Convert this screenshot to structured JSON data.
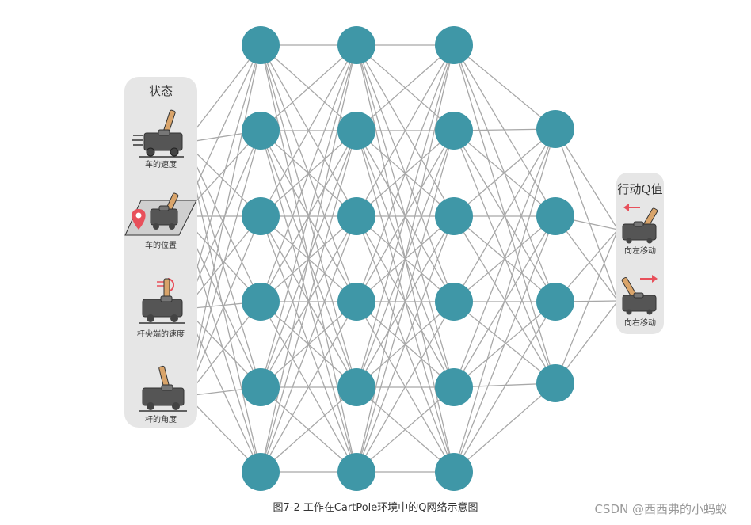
{
  "input_panel": {
    "title": "状态",
    "items": [
      {
        "label": "车的速度",
        "icon": "cart-speed-icon"
      },
      {
        "label": "车的位置",
        "icon": "cart-position-icon"
      },
      {
        "label": "杆尖端的速度",
        "icon": "pole-tip-speed-icon"
      },
      {
        "label": "杆的角度",
        "icon": "pole-angle-icon"
      }
    ]
  },
  "output_panel": {
    "title": "行动Q值",
    "items": [
      {
        "label": "向左移动",
        "icon": "move-left-icon"
      },
      {
        "label": "向右移动",
        "icon": "move-right-icon"
      }
    ]
  },
  "network": {
    "layers": [
      6,
      6,
      6,
      4
    ],
    "node_color": "#3F97A7",
    "edge_color": "#A8A8A8"
  },
  "colors": {
    "panel_bg": "#E6E6E6",
    "cart_body": "#555555",
    "pole": "#D9A46A",
    "marker_red": "#E8505B"
  },
  "caption": "图7-2 工作在CartPole环境中的Q网络示意图",
  "watermark": "CSDN @西西弗的小蚂蚁"
}
